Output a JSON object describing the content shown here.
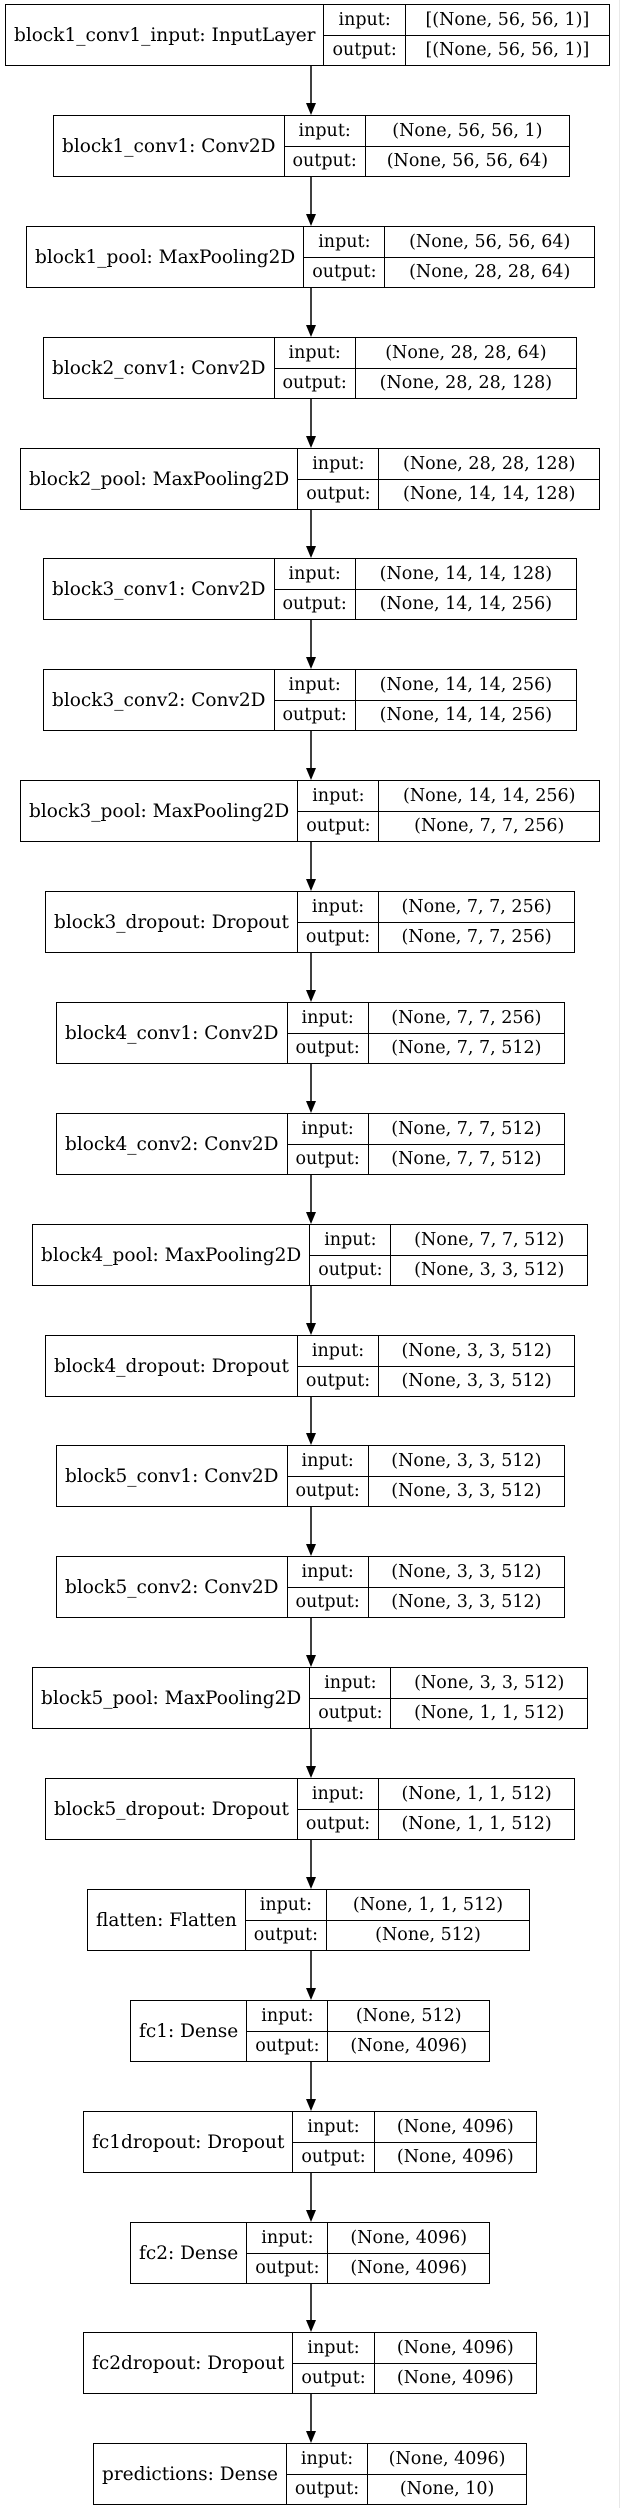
{
  "io_labels": {
    "input": "input:",
    "output": "output:"
  },
  "layers": [
    {
      "name": "block1_conv1_input: InputLayer",
      "input": "[(None, 56, 56, 1)]",
      "output": "[(None, 56, 56, 1)]"
    },
    {
      "name": "block1_conv1: Conv2D",
      "input": "(None, 56, 56, 1)",
      "output": "(None, 56, 56, 64)"
    },
    {
      "name": "block1_pool: MaxPooling2D",
      "input": "(None, 56, 56, 64)",
      "output": "(None, 28, 28, 64)"
    },
    {
      "name": "block2_conv1: Conv2D",
      "input": "(None, 28, 28, 64)",
      "output": "(None, 28, 28, 128)"
    },
    {
      "name": "block2_pool: MaxPooling2D",
      "input": "(None, 28, 28, 128)",
      "output": "(None, 14, 14, 128)"
    },
    {
      "name": "block3_conv1: Conv2D",
      "input": "(None, 14, 14, 128)",
      "output": "(None, 14, 14, 256)"
    },
    {
      "name": "block3_conv2: Conv2D",
      "input": "(None, 14, 14, 256)",
      "output": "(None, 14, 14, 256)"
    },
    {
      "name": "block3_pool: MaxPooling2D",
      "input": "(None, 14, 14, 256)",
      "output": "(None, 7, 7, 256)"
    },
    {
      "name": "block3_dropout: Dropout",
      "input": "(None, 7, 7, 256)",
      "output": "(None, 7, 7, 256)"
    },
    {
      "name": "block4_conv1: Conv2D",
      "input": "(None, 7, 7, 256)",
      "output": "(None, 7, 7, 512)"
    },
    {
      "name": "block4_conv2: Conv2D",
      "input": "(None, 7, 7, 512)",
      "output": "(None, 7, 7, 512)"
    },
    {
      "name": "block4_pool: MaxPooling2D",
      "input": "(None, 7, 7, 512)",
      "output": "(None, 3, 3, 512)"
    },
    {
      "name": "block4_dropout: Dropout",
      "input": "(None, 3, 3, 512)",
      "output": "(None, 3, 3, 512)"
    },
    {
      "name": "block5_conv1: Conv2D",
      "input": "(None, 3, 3, 512)",
      "output": "(None, 3, 3, 512)"
    },
    {
      "name": "block5_conv2: Conv2D",
      "input": "(None, 3, 3, 512)",
      "output": "(None, 3, 3, 512)"
    },
    {
      "name": "block5_pool: MaxPooling2D",
      "input": "(None, 3, 3, 512)",
      "output": "(None, 1, 1, 512)"
    },
    {
      "name": "block5_dropout: Dropout",
      "input": "(None, 1, 1, 512)",
      "output": "(None, 1, 1, 512)"
    },
    {
      "name": "flatten: Flatten",
      "input": "(None, 1, 1, 512)",
      "output": "(None, 512)"
    },
    {
      "name": "fc1: Dense",
      "input": "(None, 512)",
      "output": "(None, 4096)"
    },
    {
      "name": "fc1dropout: Dropout",
      "input": "(None, 4096)",
      "output": "(None, 4096)"
    },
    {
      "name": "fc2: Dense",
      "input": "(None, 4096)",
      "output": "(None, 4096)"
    },
    {
      "name": "fc2dropout: Dropout",
      "input": "(None, 4096)",
      "output": "(None, 4096)"
    },
    {
      "name": "predictions: Dense",
      "input": "(None, 4096)",
      "output": "(None, 10)"
    }
  ]
}
